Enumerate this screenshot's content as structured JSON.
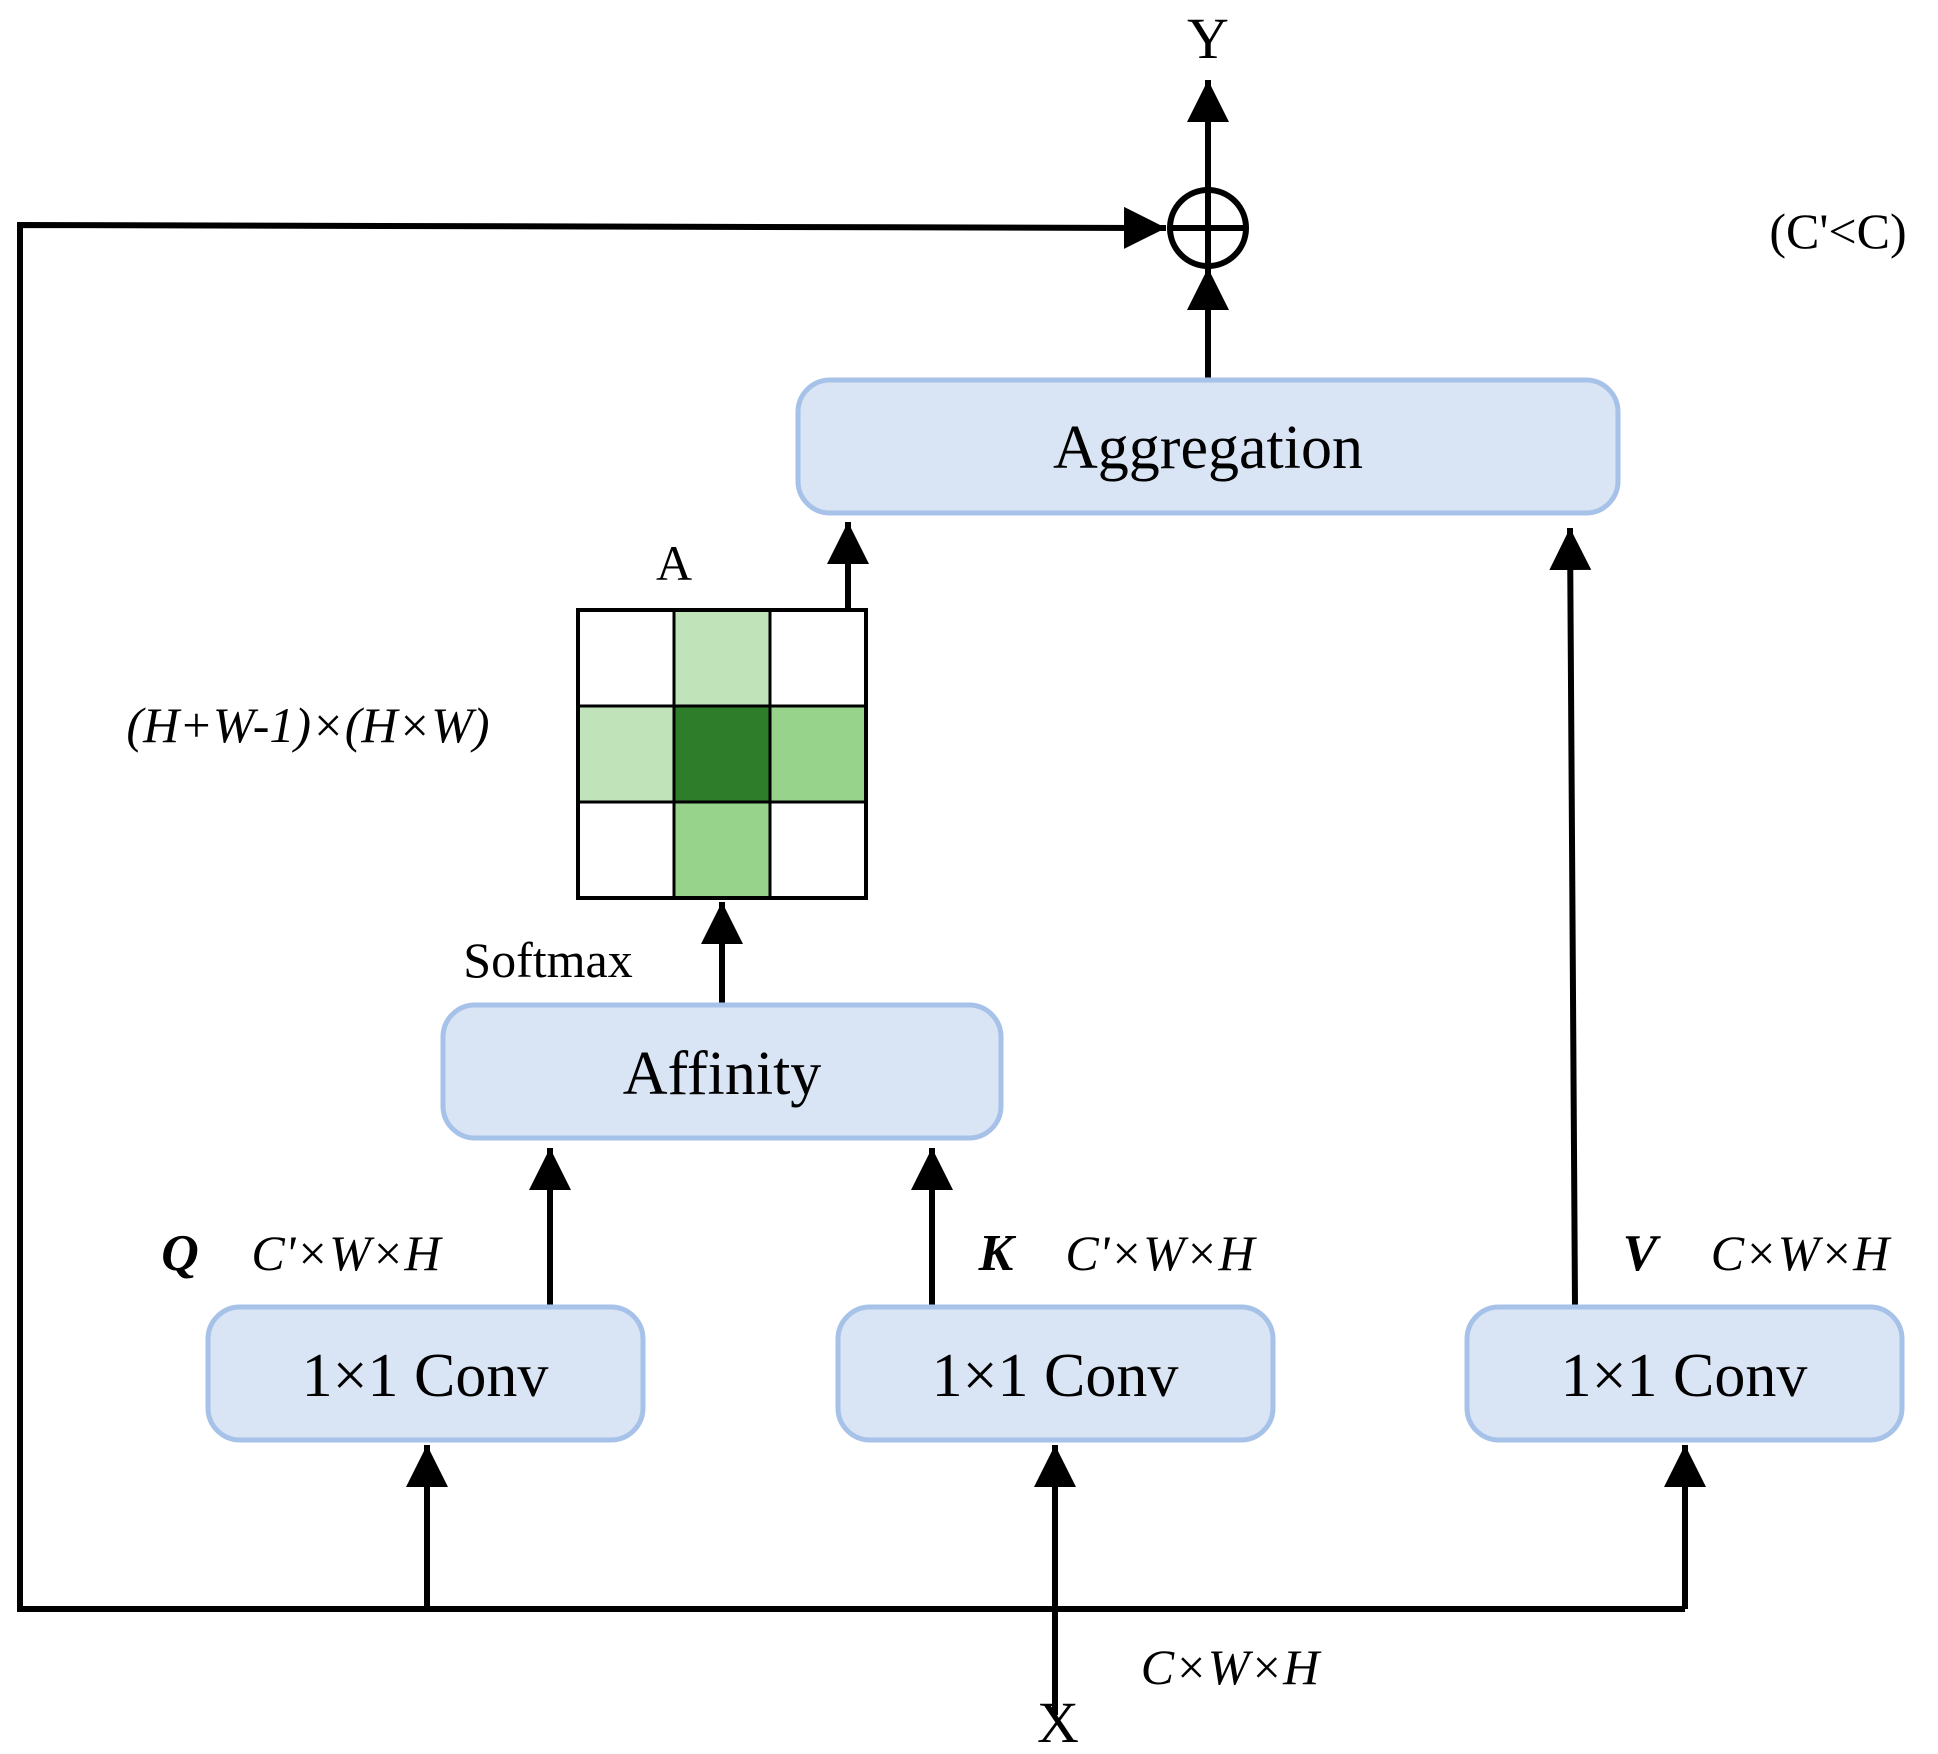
{
  "diagram": {
    "output_label": "Y",
    "input_label": "X",
    "constraint_note": "(C'<C)",
    "aggregation_label": "Aggregation",
    "affinity_label": "Affinity",
    "softmax_label": "Softmax",
    "attention_map_label": "A",
    "attention_map_dims": "(H+W-1)×(H×W)",
    "input_dims": "C×W×H",
    "branches": [
      {
        "conv_label": "1×1 Conv",
        "tensor": "Q",
        "dims": "C'×W×H"
      },
      {
        "conv_label": "1×1 Conv",
        "tensor": "K",
        "dims": "C'×W×H"
      },
      {
        "conv_label": "1×1 Conv",
        "tensor": "V",
        "dims": "C×W×H"
      }
    ],
    "colors": {
      "box_fill": "#d9e4f4",
      "box_border": "#a7c2e8",
      "cell_light": "#c1e3ba",
      "cell_medium": "#98d38b",
      "cell_dark": "#2e7d2b",
      "cell_empty": "#ffffff"
    }
  }
}
